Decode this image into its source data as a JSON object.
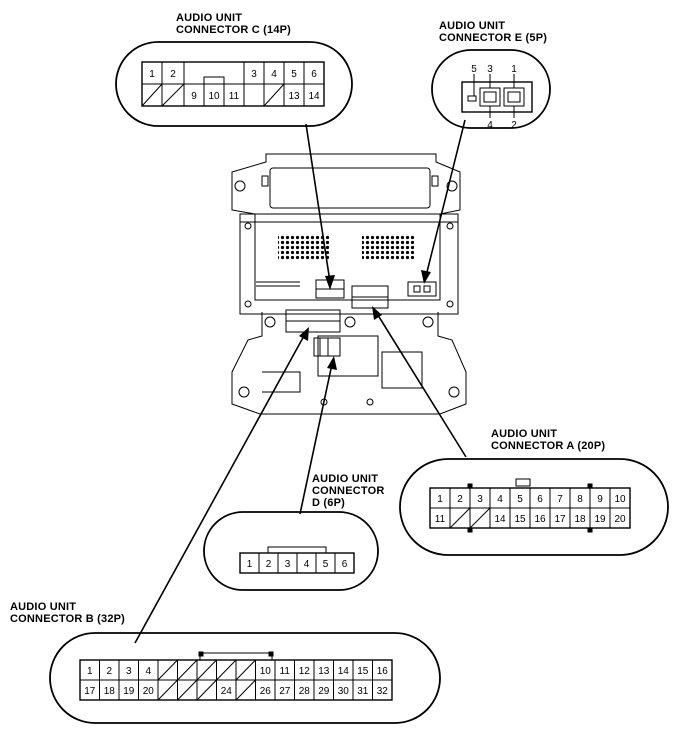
{
  "labels": {
    "c_line1": "AUDIO UNIT",
    "c_line2": "CONNECTOR C (14P)",
    "e_line1": "AUDIO UNIT",
    "e_line2": "CONNECTOR E (5P)",
    "a_line1": "AUDIO UNIT",
    "a_line2": "CONNECTOR A (20P)",
    "d_line1": "AUDIO UNIT",
    "d_line2": "CONNECTOR",
    "d_line3": "D (6P)",
    "b_line1": "AUDIO UNIT",
    "b_line2": "CONNECTOR B (32P)"
  },
  "connectors": {
    "c": {
      "top": [
        "1",
        "2",
        "",
        "",
        "",
        "3",
        "4",
        "5",
        "6"
      ],
      "bottom": [
        "",
        "",
        "9",
        "10",
        "11",
        "",
        "",
        "13",
        "14"
      ]
    },
    "e": {
      "top": [
        "5",
        "3",
        "1"
      ],
      "bottom": [
        "4",
        "2"
      ]
    },
    "a": {
      "top": [
        "1",
        "2",
        "3",
        "4",
        "5",
        "6",
        "7",
        "8",
        "9",
        "10"
      ],
      "bottom": [
        "11",
        "",
        "",
        "14",
        "15",
        "16",
        "17",
        "18",
        "19",
        "20"
      ]
    },
    "d": {
      "pins": [
        "1",
        "2",
        "3",
        "4",
        "5",
        "6"
      ]
    },
    "b": {
      "top": [
        "1",
        "2",
        "3",
        "4",
        "",
        "",
        "",
        "",
        "",
        "10",
        "11",
        "12",
        "13",
        "14",
        "15",
        "16"
      ],
      "bottom": [
        "17",
        "18",
        "19",
        "20",
        "",
        "",
        "",
        "24",
        "",
        "26",
        "27",
        "28",
        "29",
        "30",
        "31",
        "32"
      ]
    }
  }
}
